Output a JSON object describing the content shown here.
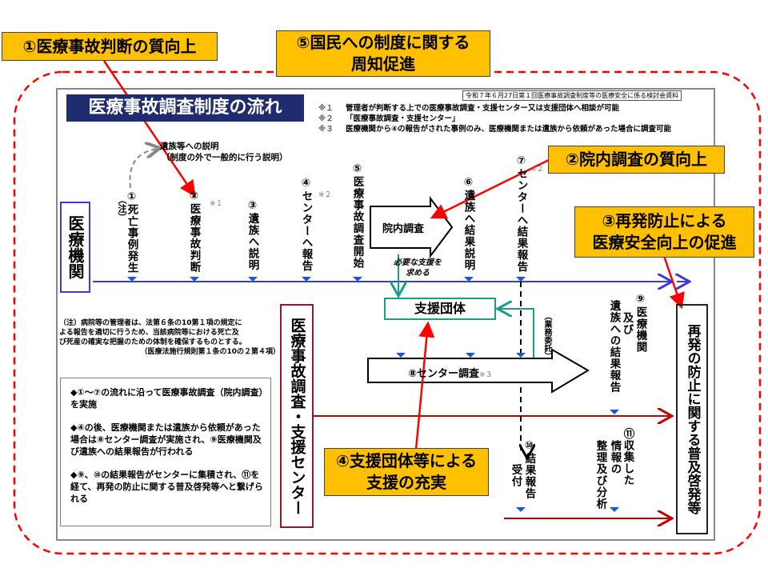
{
  "title": "医療事故調査制度の流れ",
  "reference": "令和７年６月27日第１回医療事故調査制度等の医療安全に係る検討会資料",
  "notes": [
    {
      "mark": "※１",
      "text": "管理者が判断する上での医療事故調査・支援センター又は支援団体へ相談が可能"
    },
    {
      "mark": "※２",
      "text": "「医療事故調査・支援センター」"
    },
    {
      "mark": "※３",
      "text": "医療機関から④の報告がされた事例のみ、医療機関または遺族から依頼があった場合に調査可能"
    }
  ],
  "callouts": {
    "c1": "①医療事故判断の質向上",
    "c2": "②院内調査の質向上",
    "c3_line1": "③再発防止による",
    "c3_line2": "医療安全向上の促進",
    "c4_line1": "④支援団体等による",
    "c4_line2": "支援の充実",
    "c5_line1": "⑤国民への制度に関する",
    "c5_line2": "周知促進"
  },
  "institution": "医療機関",
  "explanation_line1": "遺族等への説明",
  "explanation_line2": "（制度の外で一般的に行う説明）",
  "note_mark": "（注）",
  "steps": {
    "s1": "①死亡事例発生",
    "s2": "②医療事故判断",
    "s2_note": "※１",
    "s3": "③遺族へ説明",
    "s4": "④センターへ報告",
    "s4_note": "※２",
    "s5": "⑤医療事故調査開始",
    "s6": "⑥遺族へ結果説明",
    "s7": "⑦センターへ結果報告",
    "s7_note": "※２",
    "s9a": "⑨医療機関",
    "s9b": "及び",
    "s9c": "遺族への結果報告",
    "s10a": "⑩結果報告",
    "s10b": "受付",
    "s11a": "⑪収集した",
    "s11b": "情報の",
    "s11c": "整理及び分析"
  },
  "internal_investigation": "院内調査",
  "support_request_line1": "必要な支援を",
  "support_request_line2": "求める",
  "support_org": "支援団体",
  "outsourcing": "（業務委託）",
  "center_investigation": "⑧センター調査",
  "center_investigation_note": "※３",
  "center": "医療事故調査・支援センター",
  "prevention": "再発の防止に関する普及啓発等",
  "footnote": [
    "（注）病院等の管理者は、法第６条の10第１項の規定に",
    "よる報告を適切に行うため、当該病院等における死亡及",
    "び死産の確実な把握のための体制を確保するものとする。",
    "（医療法施行規則第１条の10の２第４項）"
  ],
  "summary": [
    "◆①〜⑦の流れに沿って医療事故調査（院内調査）を実施",
    "◆④の後、医療機関または遺族から依頼があった場合は⑧センター調査が実施され、⑨医療機関及び遺族への結果報告が行われる",
    "◆⑨、⑩の結果報告がセンターに集積され、⑪を経て、再発の防止に関する普及啓発等へと繋げられる"
  ],
  "colors": {
    "callout": "#ffc000",
    "title_bg": "#1f2d6e",
    "blue_line": "#3b3bd6",
    "red_line": "#c00000",
    "green": "#16a085",
    "dashed_frame": "#ff0000"
  }
}
